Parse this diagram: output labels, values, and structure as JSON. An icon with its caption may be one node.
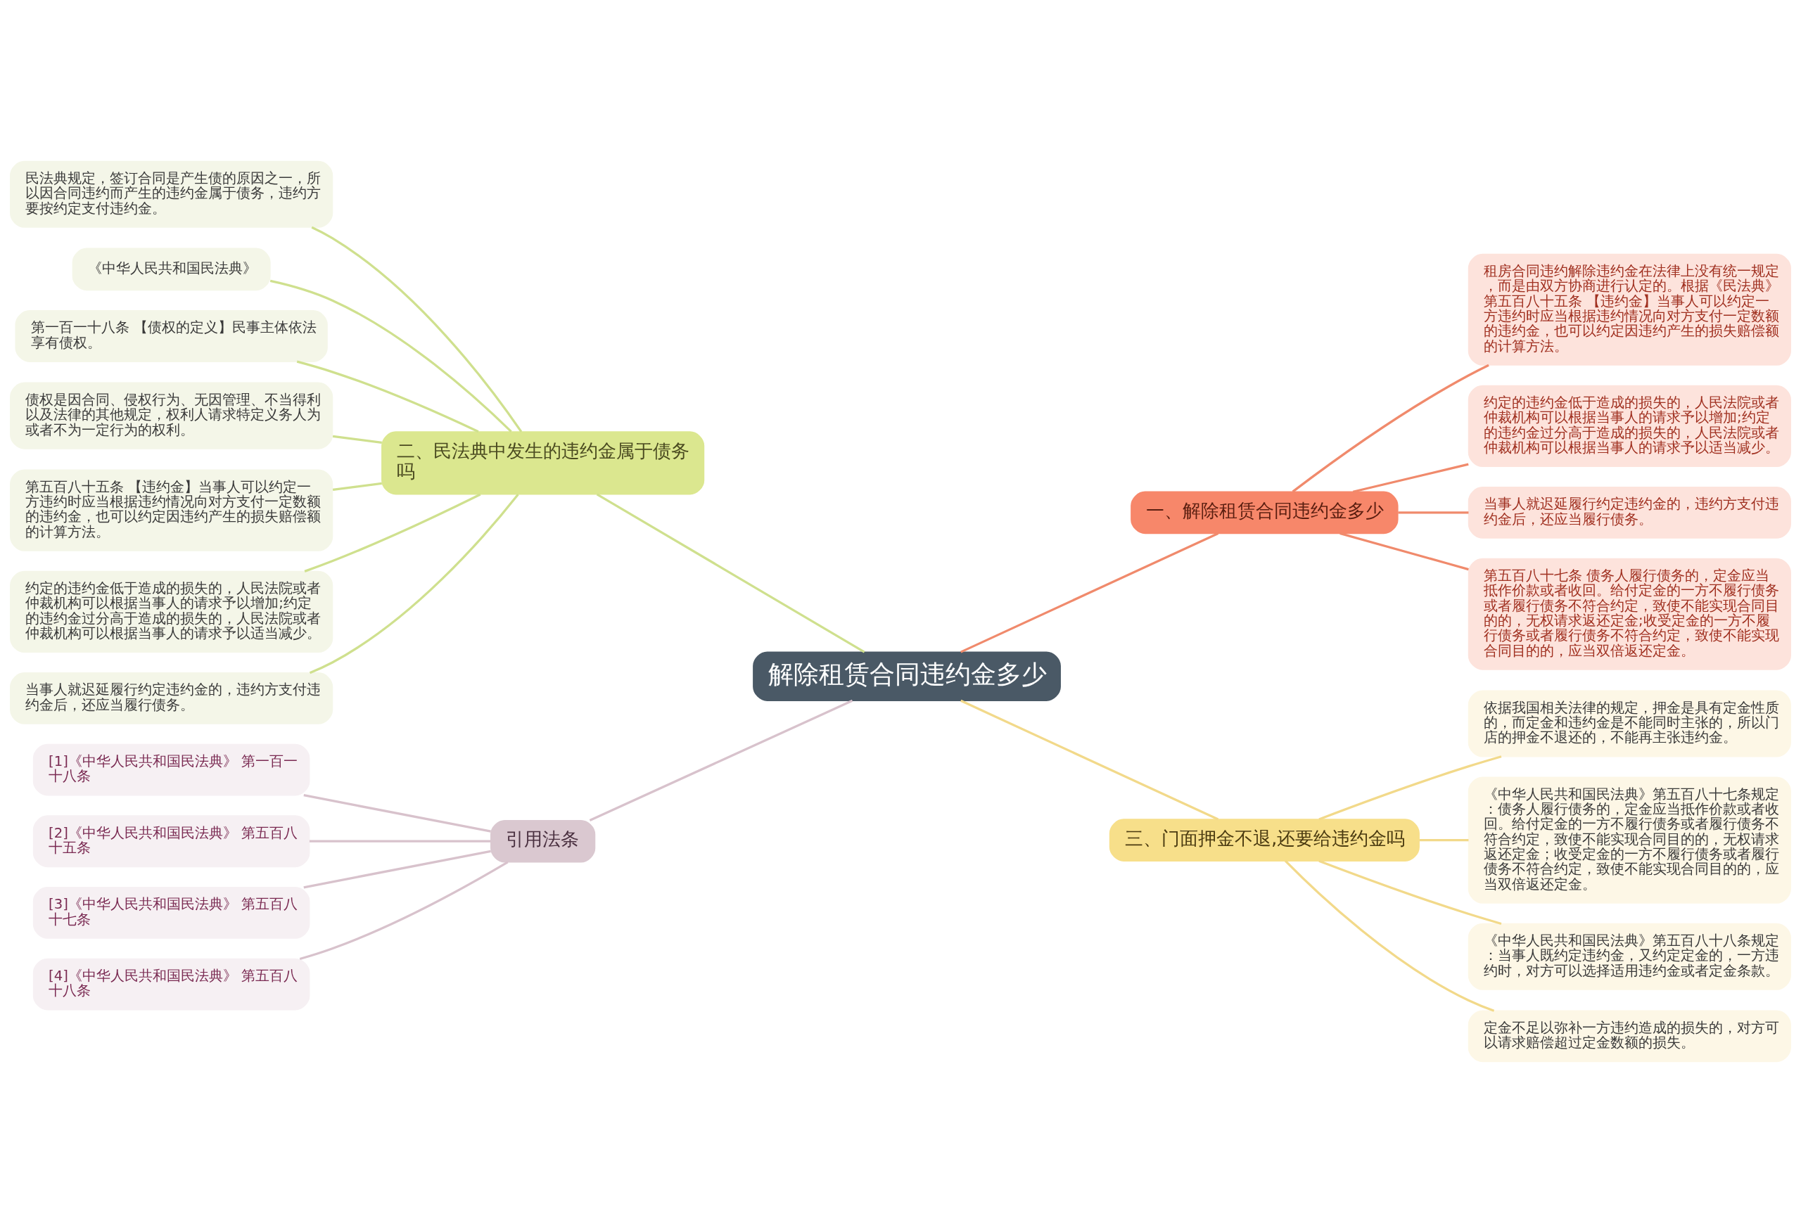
{
  "diagram": {
    "nodes": [
      {
        "text": [
          "解除租赁合同违约金多少"
        ]
      },
      {
        "text": [
          "一、解除租赁合同违约金多少"
        ]
      },
      {
        "text": [
          "租房合同违约解除违约金在法律上没有统一规定，而是由双方协商进行认定的。根据《民法典》第五百八十五条 【违约金】当事人可以约定一方违约时应当根据违约情况向对方支付一定数额的违约金，也可以约定因违约产生的损失赔偿额的计算方法。"
        ]
      },
      {
        "text": [
          "约定的违约金低于造成的损失的，人民法院或者仲裁机构可以根据当事人的请求予以增加;约定的违约金过分高于造成的损失的，人民法院或者仲裁机构可以根据当事人的请求予以适当减少。"
        ]
      },
      {
        "text": [
          "当事人就迟延履行约定违约金的，违约方支付违约金后，还应当履行债务。"
        ]
      },
      {
        "text": [
          "第五百八十七条 债务人履行债务的，定金应当抵作价款或者收回。给付定金的一方不履行债务或者履行债务不符合约定，致使不能实现合同目的的，无权请求返还定金;收受定金的一方不履行债务或者履行债务不符合约定，致使不能实现合同目的的，应当双倍返还定金。"
        ]
      },
      {
        "text": [
          "二、民法典中发生的违约金属于债务吗"
        ]
      },
      {
        "text": [
          "民法典规定，签订合同是产生债的原因之一，所以因合同违约而产生的违约金属于债务，违约方要按约定支付违约金。"
        ]
      },
      {
        "text": [
          "《中华人民共和国民法典》"
        ]
      },
      {
        "text": [
          "第一百一十八条 【债权的定义】民事主体依法享有债权。"
        ]
      },
      {
        "text": [
          "债权是因合同、侵权行为、无因管理、不当得利以及法律的其他规定，权利人请求特定义务人为或者不为一定行为的权利。"
        ]
      },
      {
        "text": [
          "第五百八十五条 【违约金】当事人可以约定一方违约时应当根据违约情况向对方支付一定数额的违约金，也可以约定因违约产生的损失赔偿额的计算方法。"
        ]
      },
      {
        "text": [
          "约定的违约金低于造成的损失的，人民法院或者仲裁机构可以根据当事人的请求予以增加;约定的违约金过分高于造成的损失的，人民法院或者仲裁机构可以根据当事人的请求予以适当减少。"
        ]
      },
      {
        "text": [
          "当事人就迟延履行约定违约金的，违约方支付违约金后，还应当履行债务。"
        ]
      },
      {
        "text": [
          "引用法条"
        ]
      },
      {
        "text": [
          "[1]《中华人民共和国民法典》 第一百一十八条"
        ]
      },
      {
        "text": [
          "[2]《中华人民共和国民法典》 第五百八十五条"
        ]
      },
      {
        "text": [
          "[3]《中华人民共和国民法典》 第五百八十七条"
        ]
      },
      {
        "text": [
          "[4]《中华人民共和国民法典》 第五百八十八条"
        ]
      },
      {
        "text": [
          "三、门面押金不退,还要给违约金吗"
        ]
      },
      {
        "text": [
          "依据我国相关法律的规定，押金是具有定金性质的，而定金和违约金是不能同时主张的，所以门店的押金不退还的，不能再主张违约金。"
        ]
      },
      {
        "text": [
          "《中华人民共和国民法典》第五百八十七条规定：债务人履行债务的，定金应当抵作价款或者收回。给付定金的一方不履行债务或者履行债务不符合约定，致使不能实现合同目的的，无权请求返还定金；收受定金的一方不履行债务或者履行债务不符合约定，致使不能实现合同目的的，应当双倍返还定金。"
        ]
      },
      {
        "text": [
          "《中华人民共和国民法典》第五百八十八条规定：当事人既约定违约金，又约定定金的，一方违约时，对方可以选择适用违约金或者定金条款。"
        ]
      },
      {
        "text": [
          "定金不足以弥补一方违约造成的损失的，对方可以请求赔偿超过定金数额的损失。"
        ]
      }
    ],
    "edges": [
      {
        "from": 0,
        "to": 1,
        "arrow": "none",
        "color": "#f08a6c"
      },
      {
        "from": 1,
        "to": 2,
        "arrow": "none",
        "color": "#f08a6c"
      },
      {
        "from": 1,
        "to": 3,
        "arrow": "none",
        "color": "#f08a6c"
      },
      {
        "from": 1,
        "to": 4,
        "arrow": "none",
        "color": "#f08a6c"
      },
      {
        "from": 1,
        "to": 5,
        "arrow": "none",
        "color": "#f08a6c"
      },
      {
        "from": 0,
        "to": 6,
        "arrow": "none",
        "color": "#cfe08e"
      },
      {
        "from": 6,
        "to": 7,
        "arrow": "none",
        "color": "#cfe08e"
      },
      {
        "from": 6,
        "to": 8,
        "arrow": "none",
        "color": "#cfe08e"
      },
      {
        "from": 6,
        "to": 9,
        "arrow": "none",
        "color": "#cfe08e"
      },
      {
        "from": 6,
        "to": 10,
        "arrow": "none",
        "color": "#cfe08e"
      },
      {
        "from": 6,
        "to": 11,
        "arrow": "none",
        "color": "#cfe08e"
      },
      {
        "from": 6,
        "to": 12,
        "arrow": "none",
        "color": "#cfe08e"
      },
      {
        "from": 6,
        "to": 13,
        "arrow": "none",
        "color": "#cfe08e"
      },
      {
        "from": 0,
        "to": 14,
        "arrow": "none",
        "color": "#d8c2cc"
      },
      {
        "from": 14,
        "to": 15,
        "arrow": "none",
        "color": "#d8c2cc"
      },
      {
        "from": 14,
        "to": 16,
        "arrow": "none",
        "color": "#d8c2cc"
      },
      {
        "from": 14,
        "to": 17,
        "arrow": "none",
        "color": "#d8c2cc"
      },
      {
        "from": 14,
        "to": 18,
        "arrow": "none",
        "color": "#d8c2cc"
      },
      {
        "from": 0,
        "to": 19,
        "arrow": "none",
        "color": "#f2d98a"
      },
      {
        "from": 19,
        "to": 20,
        "arrow": "none",
        "color": "#f2d98a"
      },
      {
        "from": 19,
        "to": 21,
        "arrow": "none",
        "color": "#f2d98a"
      },
      {
        "from": 19,
        "to": 22,
        "arrow": "none",
        "color": "#f2d98a"
      },
      {
        "from": 19,
        "to": 23,
        "arrow": "none",
        "color": "#f2d98a"
      }
    ]
  }
}
